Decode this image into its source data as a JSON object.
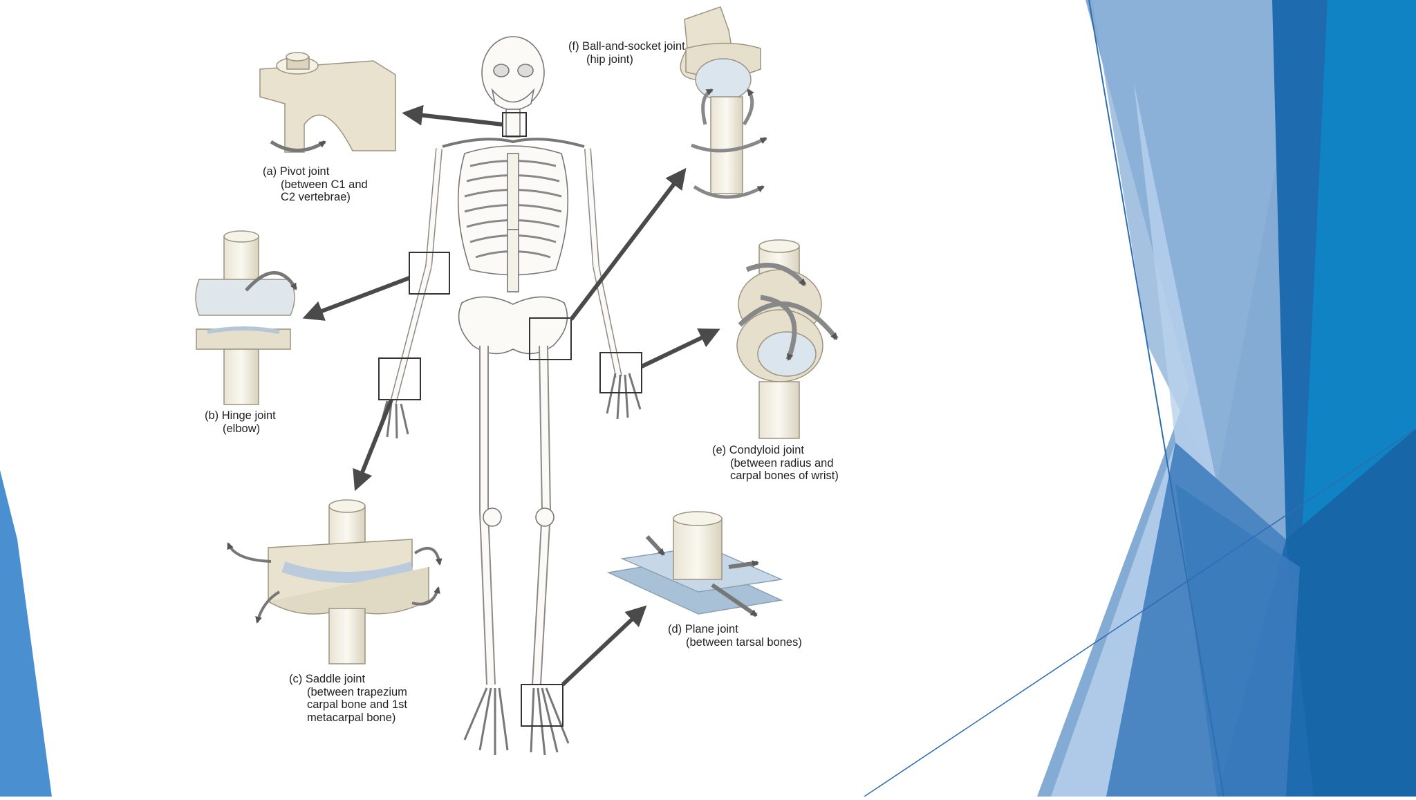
{
  "slide": {
    "background": "#ffffff",
    "theme_colors": [
      "#2e6db0",
      "#5a93cc",
      "#8fb8e0",
      "#0b7bbf",
      "#1a5a9c"
    ]
  },
  "diagram": {
    "joints": [
      {
        "id": "a",
        "name": "(a) Pivot joint",
        "detail": [
          "(between C1 and",
          "C2 vertebrae)"
        ]
      },
      {
        "id": "b",
        "name": "(b) Hinge joint",
        "detail": [
          "(elbow)"
        ]
      },
      {
        "id": "c",
        "name": "(c) Saddle joint",
        "detail": [
          "(between trapezium",
          "carpal bone and 1st",
          "metacarpal bone)"
        ]
      },
      {
        "id": "d",
        "name": "(d) Plane joint",
        "detail": [
          "(between tarsal bones)"
        ]
      },
      {
        "id": "e",
        "name": "(e) Condyloid joint",
        "detail": [
          "(between radius and",
          "carpal bones of wrist)"
        ]
      },
      {
        "id": "f",
        "name": "(f) Ball-and-socket joint",
        "detail": [
          "(hip joint)"
        ]
      }
    ]
  }
}
